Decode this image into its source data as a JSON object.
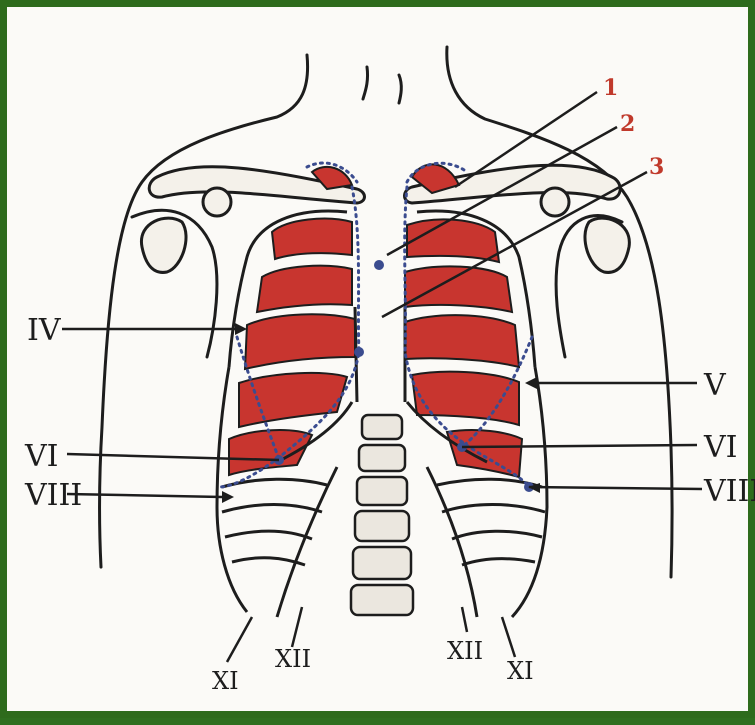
{
  "colors": {
    "frame": "#2e6b1c",
    "paper": "#fbfaf7",
    "lung_red": "#c8352f",
    "ink": "#1d1d1d",
    "pleura_dots": "#3b4c8f",
    "number_red": "#c0392b"
  },
  "figure": {
    "number_labels": [
      "1",
      "2",
      "3"
    ],
    "roman_labels": {
      "left_iv": "IV",
      "right_v": "V",
      "left_vi": "VI",
      "right_vi": "VI",
      "left_viii": "VIII",
      "right_viii": "VIII",
      "bottom_xi_left": "XI",
      "bottom_xii_left": "XII",
      "bottom_xii_right": "XII",
      "bottom_xi_right": "XI"
    }
  }
}
